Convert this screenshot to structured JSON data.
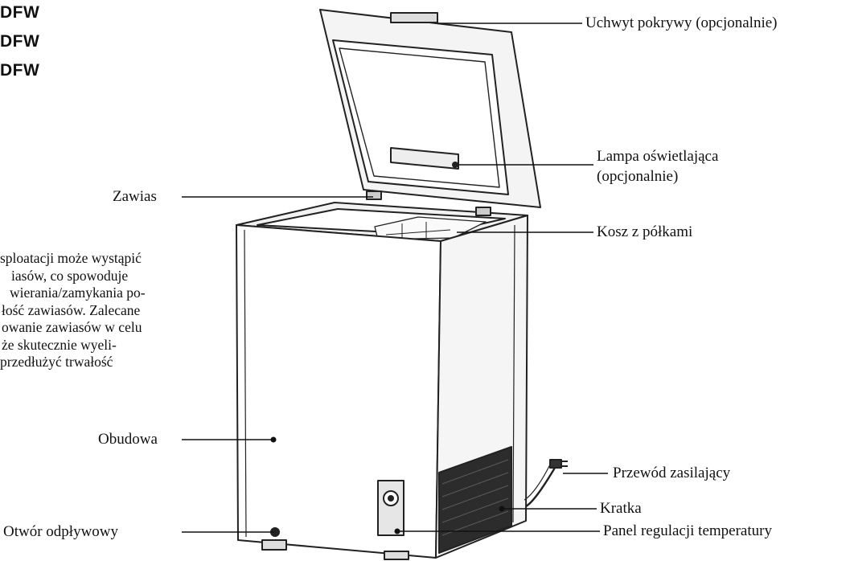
{
  "models": [
    "DFW",
    "DFW",
    "DFW"
  ],
  "labels": {
    "lid_handle": "Uchwyt pokrywy (opcjonalnie)",
    "lamp_line1": "Lampa oświetlająca",
    "lamp_line2": "(opcjonalnie)",
    "hinge": "Zawias",
    "basket": "Kosz z półkami",
    "housing": "Obudowa",
    "power_cord": "Przewód zasilający",
    "grille": "Kratka",
    "temp_panel": "Panel regulacji temperatury",
    "drain": "Otwór odpływowy"
  },
  "note_lines": [
    "sploatacji może wystąpić",
    "iasów, co spowoduje",
    "wierania/zamykania po-",
    "łość zawiasów. Zalecane",
    "owanie zawiasów w celu",
    "że skutecznie wyeli-",
    " przedłużyć trwałość"
  ]
}
